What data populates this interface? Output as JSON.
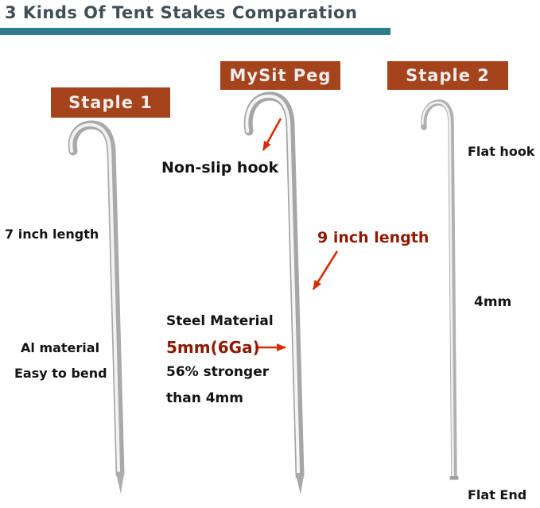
{
  "title": "3 Kinds Of Tent Stakes Comparation",
  "stakes": {
    "staple1": {
      "label": "Staple 1",
      "length_note": "7 inch length",
      "material_note": "Al material",
      "bend_note": "Easy to bend"
    },
    "mysit_peg": {
      "label": "MySit Peg",
      "hook_note": "Non-slip hook",
      "length_note": "9 inch length",
      "material_note": "Steel Material",
      "thickness_note": "5mm(6Ga)",
      "strength_note_line1": "56% stronger",
      "strength_note_line2": "than 4mm"
    },
    "staple2": {
      "label": "Staple 2",
      "hook_note": "Flat hook",
      "thickness_note": "4mm",
      "end_note": "Flat End"
    }
  },
  "colors": {
    "badge_background": "#a5431c",
    "badge_text": "#ededed",
    "title_text": "#3f4e57",
    "title_underline": "#2e7d8e",
    "accent_red_text": "#8e1a02",
    "arrow_red": "#d92b04",
    "stake_metal": "#a9a9a9",
    "stake_highlight": "#f2f2f2"
  }
}
